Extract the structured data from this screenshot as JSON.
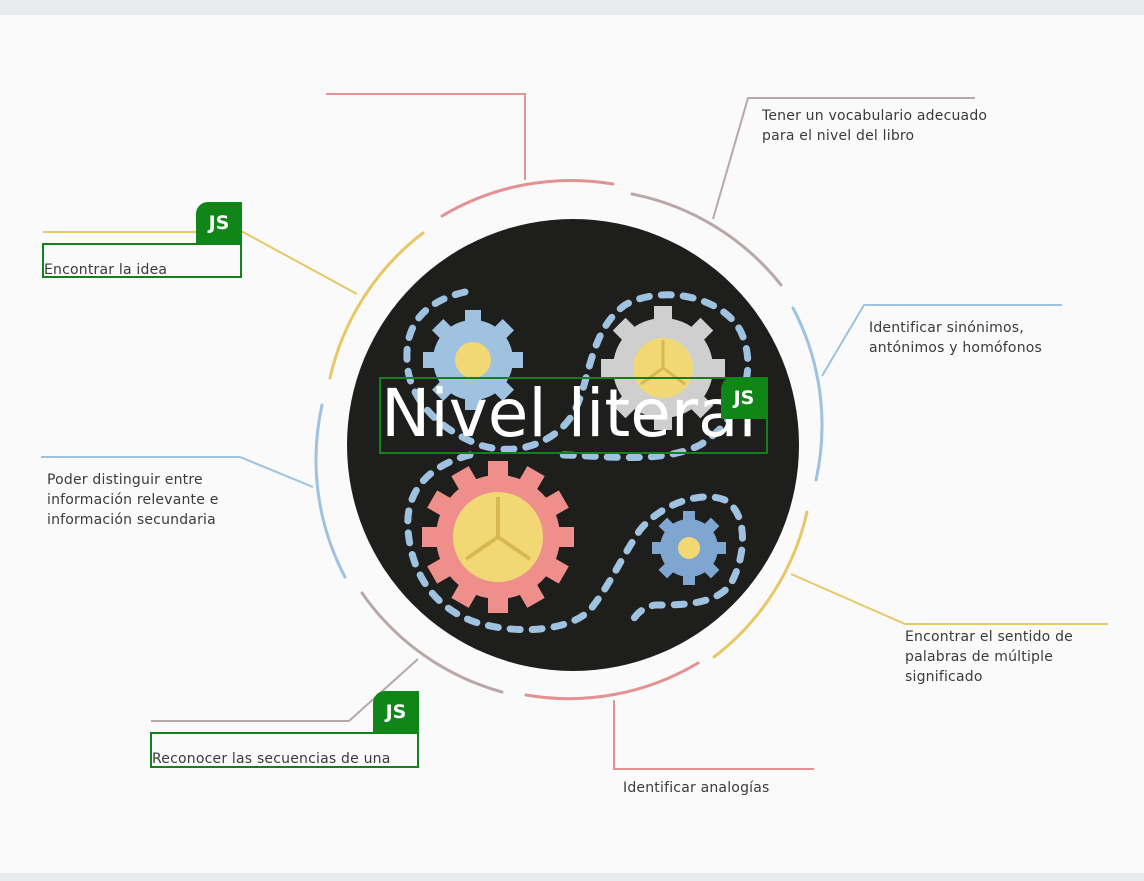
{
  "title": "Nivel literal",
  "badge_label": "JS",
  "colors": {
    "circle": "#1e1e1c",
    "pink": "#e39191",
    "taupe": "#b8a8a8",
    "blue": "#9ec2df",
    "yellow": "#e6c866",
    "selection": "#14801b",
    "badge": "#0f8617"
  },
  "nodes": {
    "vocabulario": "Tener un vocabulario adecuado\npara el nivel del libro",
    "sinonimos": "Identificar sinónimos,\nantónimos y homófonos",
    "sentido": "Encontrar el sentido de\npalabras de múltiple\nsignificado",
    "analogias": "Identificar analogías",
    "secuencias": "Reconocer las secuencias de una\nacción, causa y efecto",
    "distinguir": "Poder distinguir entre\ninformación relevante e\ninformación secundaria",
    "idea": "Encontrar la idea\nprincipal"
  },
  "icons": [
    "gear-icon",
    "dashed-path-icon"
  ]
}
